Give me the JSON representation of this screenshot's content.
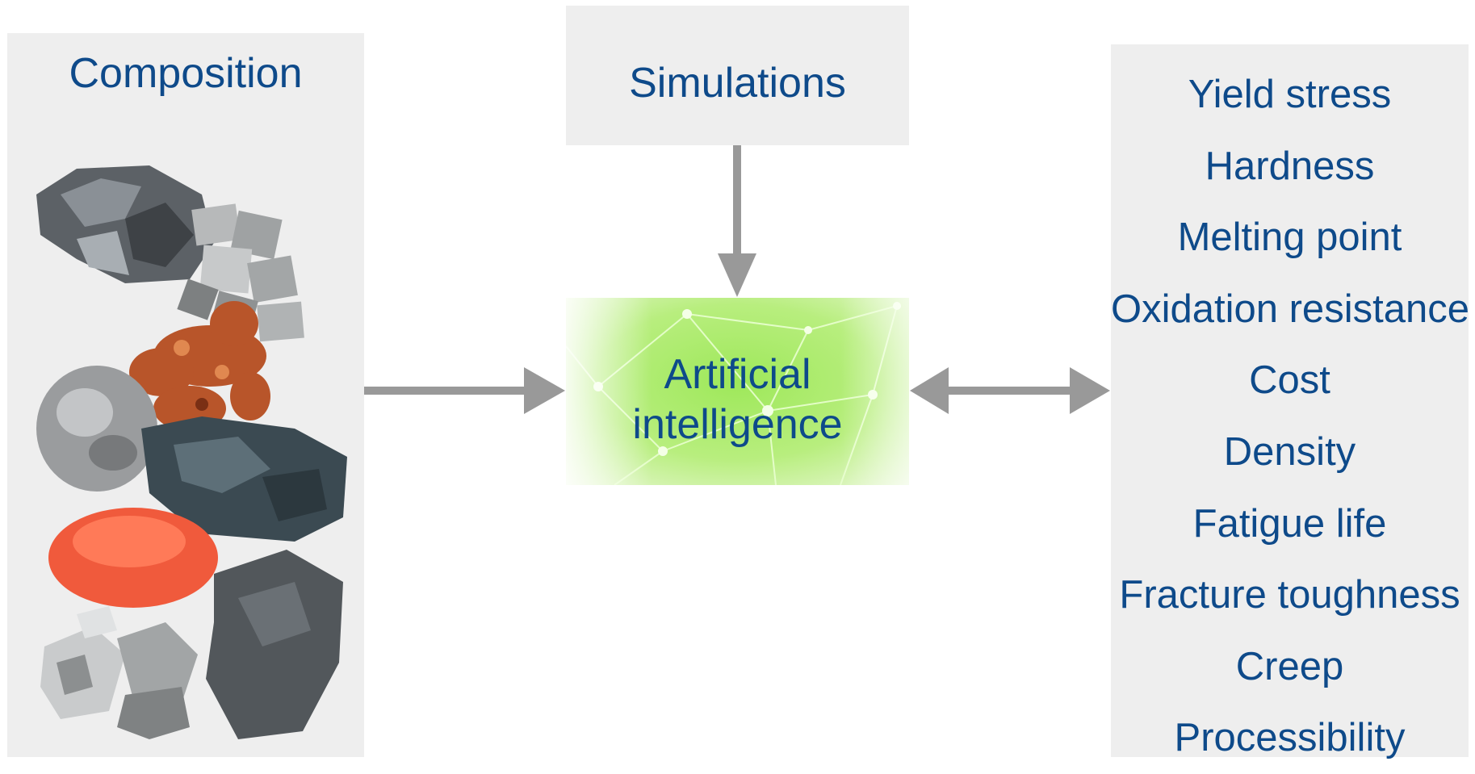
{
  "composition": {
    "title": "Composition",
    "image": "metal-element-samples"
  },
  "simulations": {
    "title": "Simulations"
  },
  "ai": {
    "line1": "Artificial",
    "line2": "intelligence",
    "background": "green-neural-network"
  },
  "properties": {
    "items": [
      "Yield stress",
      "Hardness",
      "Melting point",
      "Oxidation resistance",
      "Cost",
      "Density",
      "Fatigue life",
      "Fracture toughness",
      "Creep",
      "Processibility"
    ]
  },
  "colors": {
    "text": "#0e4a8a",
    "panel": "#eeeeee",
    "arrow": "#999999",
    "ai_green": "#8fe04a"
  }
}
